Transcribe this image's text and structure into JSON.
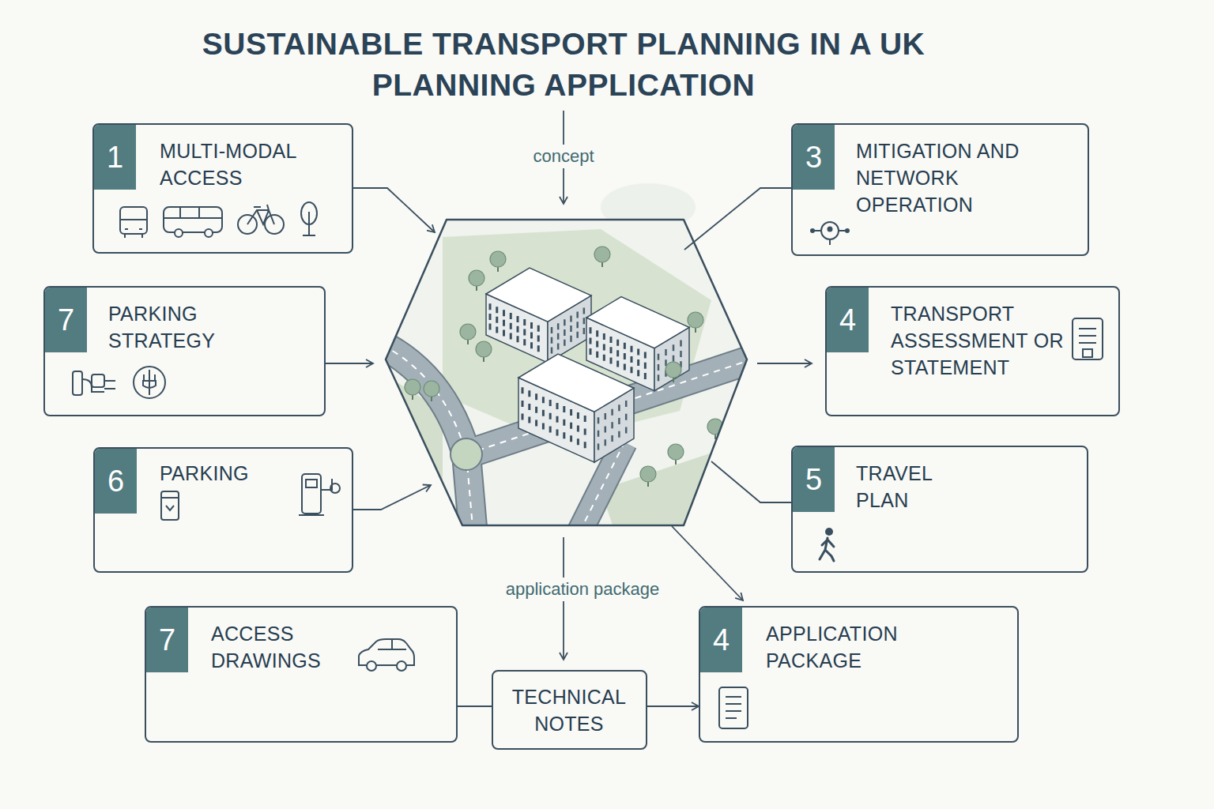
{
  "diagram": {
    "title": "SUSTAINABLE TRANSPORT PLANNING IN A UK PLANNING APPLICATION",
    "nodes": [
      {
        "text": [
          "1",
          "MULTI-MODAL ACCESS"
        ]
      },
      {
        "text": [
          "3",
          "MITIGATION AND NETWORK OPERATION"
        ]
      },
      {
        "text": [
          "7",
          "PARKING STRATEGY"
        ]
      },
      {
        "text": [
          "4",
          "TRANSPORT ASSESSMENT OR STATEMENT"
        ]
      },
      {
        "text": [
          "6",
          "PARKING"
        ]
      },
      {
        "text": [
          "5",
          "TRAVEL PLAN"
        ]
      },
      {
        "text": [
          "7",
          "ACCESS DRAWINGS"
        ]
      },
      {
        "text": [
          "TECHNICAL NOTES"
        ]
      },
      {
        "text": [
          "4",
          "APPLICATION PACKAGE"
        ]
      }
    ],
    "edges": [
      {
        "from": 6,
        "to": 7,
        "arrow": "none"
      },
      {
        "from": 7,
        "to": 8,
        "arrow": "to"
      }
    ],
    "labels": [
      "concept",
      "application package"
    ]
  }
}
